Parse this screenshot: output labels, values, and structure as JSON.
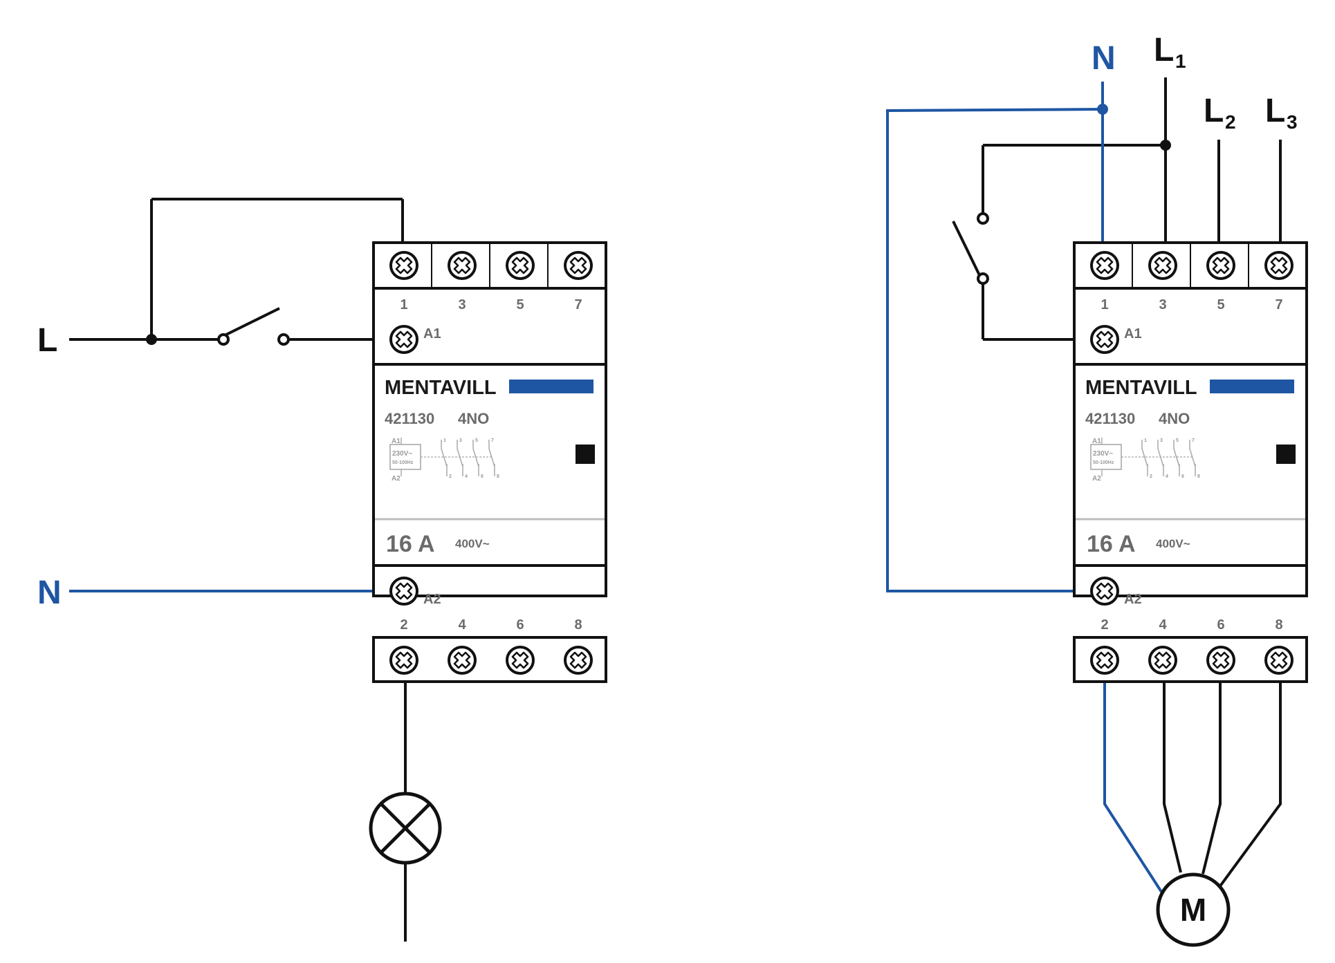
{
  "colors": {
    "line_black": "#111111",
    "neutral_blue": "#1e56a3",
    "text_gray": "#6b6b6b",
    "brand_bar": "#1e56a3"
  },
  "diagram_left": {
    "supply_line_label": "L",
    "neutral_label": "N",
    "load": "lamp-icon"
  },
  "diagram_right": {
    "neutral_label": "N",
    "phase_labels": [
      {
        "letter": "L",
        "sub": "1"
      },
      {
        "letter": "L",
        "sub": "2"
      },
      {
        "letter": "L",
        "sub": "3"
      }
    ],
    "motor_label": "M"
  },
  "contactor": {
    "brand": "MENTAVILL",
    "article": "421130",
    "contacts": "4NO",
    "rating": "16 A",
    "voltage": "400V~",
    "top_terminals": [
      "1",
      "3",
      "5",
      "7"
    ],
    "bottom_terminals": [
      "2",
      "4",
      "6",
      "8"
    ],
    "coil_top": "A1",
    "coil_bottom": "A2",
    "schematic": {
      "coil_voltage": "230V~",
      "coil_freq": "50-100Hz",
      "a1": "A1",
      "a2": "A2",
      "top_nums": [
        "1",
        "3",
        "5",
        "7"
      ],
      "bottom_nums": [
        "2",
        "4",
        "6",
        "8"
      ]
    }
  }
}
